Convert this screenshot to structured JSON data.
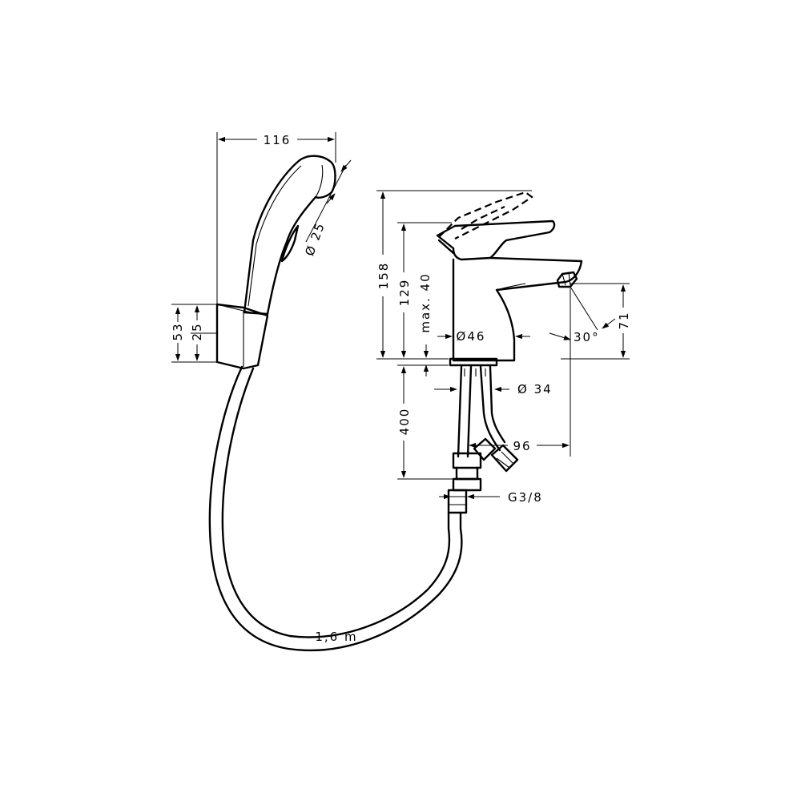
{
  "dimensions": {
    "handshower_length": "116",
    "handshower_head_diameter": "Ø 25",
    "holder_height": "53",
    "holder_offset": "25",
    "tap_total_height": "158",
    "tap_spout_height": "129",
    "max_deck_thickness": "max. 40",
    "tap_body_diameter": "Ø46",
    "spout_outlet_height": "71",
    "spout_angle": "30°",
    "shank_diameter": "Ø 34",
    "supply_hose_length": "400",
    "spout_projection": "96",
    "connection_thread": "G3/8",
    "shower_hose_length": "1,6 m"
  }
}
